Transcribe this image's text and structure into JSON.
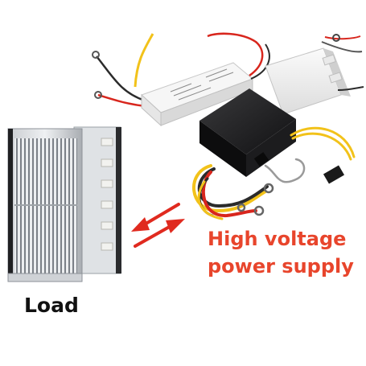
{
  "labels": {
    "load": "Load",
    "power_supply_line1": "High voltage",
    "power_supply_line2": "power supply"
  },
  "colors": {
    "label_load": "#111111",
    "label_power_supply": "#e8452c",
    "arrows": "#e02a1f"
  },
  "icons": {
    "arrows": "double-arrow-icon"
  }
}
